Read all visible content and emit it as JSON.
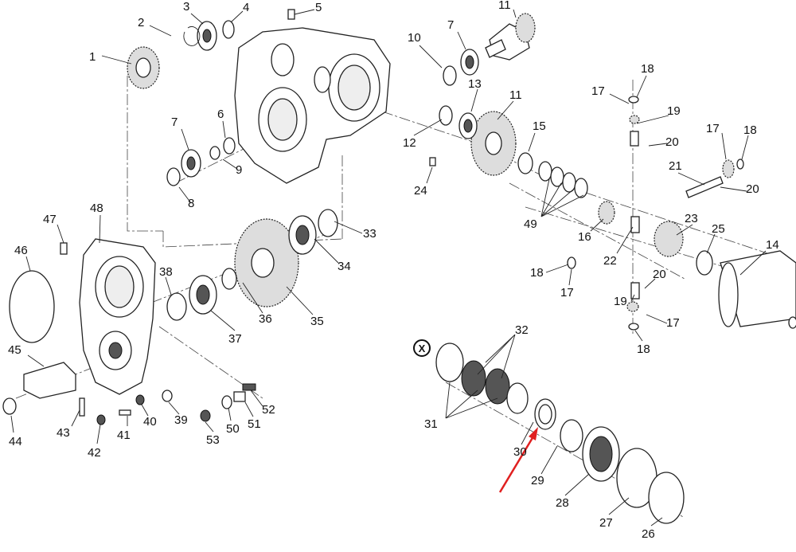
{
  "diagram": {
    "labels": [
      "1",
      "2",
      "3",
      "4",
      "5",
      "7",
      "10",
      "11",
      "18",
      "17",
      "19",
      "13",
      "11",
      "6",
      "7",
      "9",
      "8",
      "15",
      "12",
      "20",
      "17",
      "18",
      "24",
      "21",
      "20",
      "49",
      "16",
      "23",
      "25",
      "14",
      "47",
      "48",
      "33",
      "46",
      "34",
      "38",
      "22",
      "18",
      "17",
      "20",
      "19",
      "17",
      "18",
      "36",
      "35",
      "37",
      "32",
      "45",
      "31",
      "30",
      "52",
      "51",
      "50",
      "40",
      "39",
      "41",
      "43",
      "42",
      "53",
      "44",
      "29",
      "28",
      "27",
      "26"
    ],
    "callout_symbol": "X",
    "accent_arrow_color": "#e02020"
  }
}
